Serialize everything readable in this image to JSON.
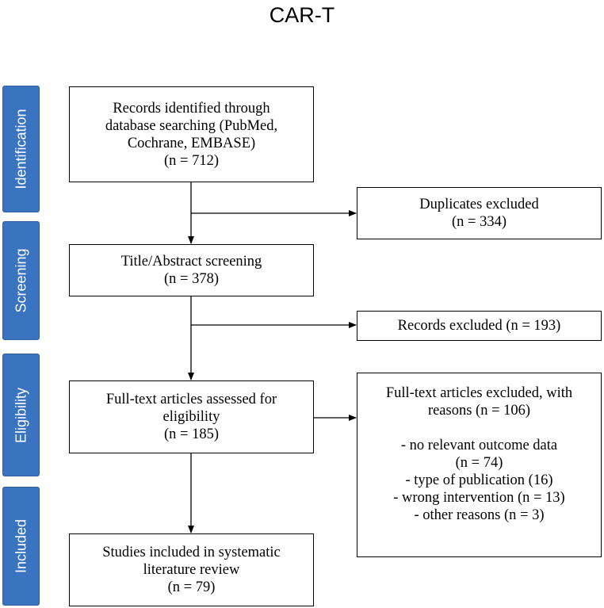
{
  "title": "CAR-T",
  "phases": {
    "identification": "Identification",
    "screening": "Screening",
    "eligibility": "Eligibility",
    "included": "Included"
  },
  "boxes": {
    "records_identified": {
      "lines": [
        "Records identified through",
        "database searching (PubMed,",
        "Cochrane, EMBASE)",
        "(n = 712)"
      ]
    },
    "duplicates_excluded": {
      "lines": [
        "Duplicates excluded",
        "(n = 334)"
      ]
    },
    "title_abstract": {
      "lines": [
        "Title/Abstract screening",
        "(n = 378)"
      ]
    },
    "records_excluded": {
      "lines": [
        "Records excluded (n = 193)"
      ]
    },
    "full_text_assessed": {
      "lines": [
        "Full-text articles assessed for",
        "eligibility",
        "(n = 185)"
      ]
    },
    "full_text_excluded": {
      "header": [
        "Full-text articles excluded, with",
        "reasons (n = 106)"
      ],
      "reasons": [
        "-   no relevant outcome data",
        "(n = 74)",
        "-   type of publication (16)",
        "-   wrong intervention (n = 13)",
        "- other reasons (n = 3)"
      ]
    },
    "studies_included": {
      "lines": [
        "Studies included in systematic",
        "literature review",
        "(n = 79)"
      ]
    }
  }
}
